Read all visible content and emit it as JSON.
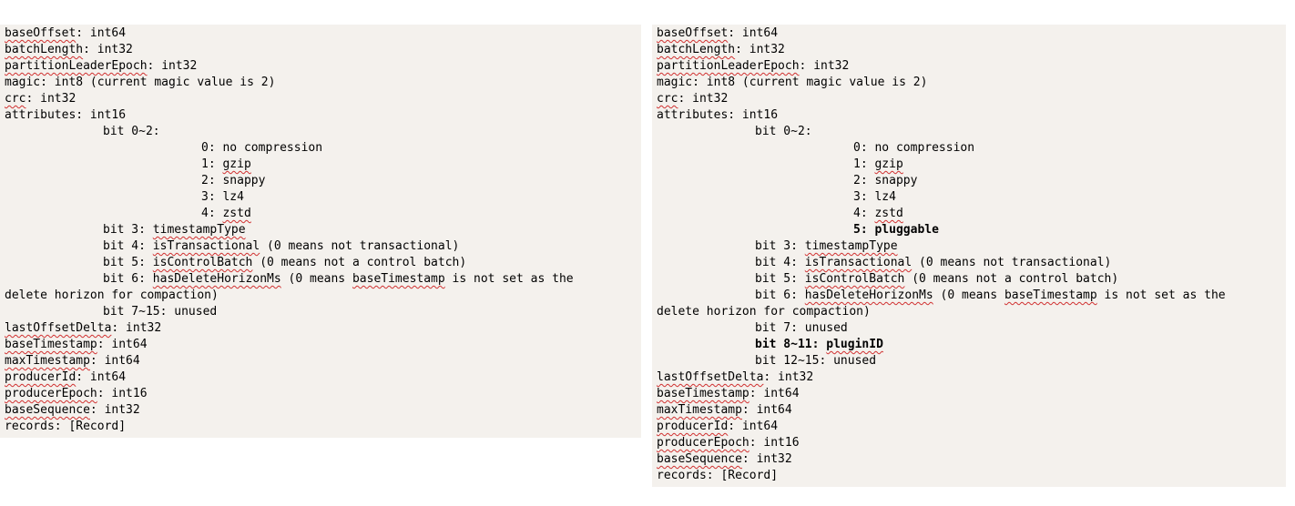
{
  "left": [
    {
      "indent": 0,
      "parts": [
        {
          "t": "baseOffset",
          "sq": true
        },
        {
          "t": ": int64"
        }
      ]
    },
    {
      "indent": 0,
      "parts": [
        {
          "t": "batchLength",
          "sq": true
        },
        {
          "t": ": int32"
        }
      ]
    },
    {
      "indent": 0,
      "parts": [
        {
          "t": "partitionLeaderEpoch",
          "sq": true
        },
        {
          "t": ": int32"
        }
      ]
    },
    {
      "indent": 0,
      "parts": [
        {
          "t": "magic: int8 (current magic value is 2)"
        }
      ]
    },
    {
      "indent": 0,
      "parts": [
        {
          "t": "crc",
          "sq": true
        },
        {
          "t": ": int32"
        }
      ]
    },
    {
      "indent": 0,
      "parts": [
        {
          "t": "attributes: int16"
        }
      ]
    },
    {
      "indent": 1,
      "parts": [
        {
          "t": "bit 0~2:"
        }
      ]
    },
    {
      "indent": 2,
      "parts": [
        {
          "t": "0: no compression"
        }
      ]
    },
    {
      "indent": 2,
      "parts": [
        {
          "t": "1: "
        },
        {
          "t": "gzip",
          "sq": true
        }
      ]
    },
    {
      "indent": 2,
      "parts": [
        {
          "t": "2: snappy"
        }
      ]
    },
    {
      "indent": 2,
      "parts": [
        {
          "t": "3: lz4"
        }
      ]
    },
    {
      "indent": 2,
      "parts": [
        {
          "t": "4: "
        },
        {
          "t": "zstd",
          "sq": true
        }
      ]
    },
    {
      "indent": 1,
      "parts": [
        {
          "t": "bit 3: "
        },
        {
          "t": "timestampType",
          "sq": true
        }
      ]
    },
    {
      "indent": 1,
      "parts": [
        {
          "t": "bit 4: "
        },
        {
          "t": "isTransactional",
          "sq": true
        },
        {
          "t": " (0 means not transactional)"
        }
      ]
    },
    {
      "indent": 1,
      "parts": [
        {
          "t": "bit 5: "
        },
        {
          "t": "isControlBatch",
          "sq": true
        },
        {
          "t": " (0 means not a control batch)"
        }
      ]
    },
    {
      "indent": 1,
      "parts": [
        {
          "t": "bit 6: "
        },
        {
          "t": "hasDeleteHorizonMs",
          "sq": true
        },
        {
          "t": " (0 means "
        },
        {
          "t": "baseTimestamp",
          "sq": true
        },
        {
          "t": " is not set as the"
        }
      ]
    },
    {
      "indent": 0,
      "parts": [
        {
          "t": "delete horizon for compaction)"
        }
      ]
    },
    {
      "indent": 1,
      "parts": [
        {
          "t": "bit 7~15: unused"
        }
      ]
    },
    {
      "indent": 0,
      "parts": [
        {
          "t": "lastOffsetDelta",
          "sq": true
        },
        {
          "t": ": int32"
        }
      ]
    },
    {
      "indent": 0,
      "parts": [
        {
          "t": "baseTimestamp",
          "sq": true
        },
        {
          "t": ": int64"
        }
      ]
    },
    {
      "indent": 0,
      "parts": [
        {
          "t": "maxTimestamp",
          "sq": true
        },
        {
          "t": ": int64"
        }
      ]
    },
    {
      "indent": 0,
      "parts": [
        {
          "t": "producerId",
          "sq": true
        },
        {
          "t": ": int64"
        }
      ]
    },
    {
      "indent": 0,
      "parts": [
        {
          "t": "producerEpoch",
          "sq": true
        },
        {
          "t": ": int16"
        }
      ]
    },
    {
      "indent": 0,
      "parts": [
        {
          "t": "baseSequence",
          "sq": true
        },
        {
          "t": ": int32"
        }
      ]
    },
    {
      "indent": 0,
      "parts": [
        {
          "t": "records: [Record]"
        }
      ]
    }
  ],
  "right": [
    {
      "indent": 0,
      "parts": [
        {
          "t": "baseOffset",
          "sq": true
        },
        {
          "t": ": int64"
        }
      ]
    },
    {
      "indent": 0,
      "parts": [
        {
          "t": "batchLength",
          "sq": true
        },
        {
          "t": ": int32"
        }
      ]
    },
    {
      "indent": 0,
      "parts": [
        {
          "t": "partitionLeaderEpoch",
          "sq": true
        },
        {
          "t": ": int32"
        }
      ]
    },
    {
      "indent": 0,
      "parts": [
        {
          "t": "magic: int8 (current magic value is 2)"
        }
      ]
    },
    {
      "indent": 0,
      "parts": [
        {
          "t": "crc",
          "sq": true
        },
        {
          "t": ": int32"
        }
      ]
    },
    {
      "indent": 0,
      "parts": [
        {
          "t": "attributes: int16"
        }
      ]
    },
    {
      "indent": 1,
      "parts": [
        {
          "t": "bit 0~2:"
        }
      ]
    },
    {
      "indent": 2,
      "parts": [
        {
          "t": "0: no compression"
        }
      ]
    },
    {
      "indent": 2,
      "parts": [
        {
          "t": "1: "
        },
        {
          "t": "gzip",
          "sq": true
        }
      ]
    },
    {
      "indent": 2,
      "parts": [
        {
          "t": "2: snappy"
        }
      ]
    },
    {
      "indent": 2,
      "parts": [
        {
          "t": "3: lz4"
        }
      ]
    },
    {
      "indent": 2,
      "parts": [
        {
          "t": "4: "
        },
        {
          "t": "zstd",
          "sq": true
        }
      ]
    },
    {
      "indent": 2,
      "parts": [
        {
          "t": "5: pluggable",
          "b": true
        }
      ]
    },
    {
      "indent": 1,
      "parts": [
        {
          "t": "bit 3: "
        },
        {
          "t": "timestampType",
          "sq": true
        }
      ]
    },
    {
      "indent": 1,
      "parts": [
        {
          "t": "bit 4: "
        },
        {
          "t": "isTransactional",
          "sq": true
        },
        {
          "t": " (0 means not transactional)"
        }
      ]
    },
    {
      "indent": 1,
      "parts": [
        {
          "t": "bit 5: "
        },
        {
          "t": "isControlBatch",
          "sq": true
        },
        {
          "t": " (0 means not a control batch)"
        }
      ]
    },
    {
      "indent": 1,
      "parts": [
        {
          "t": "bit 6: "
        },
        {
          "t": "hasDeleteHorizonMs",
          "sq": true
        },
        {
          "t": " (0 means "
        },
        {
          "t": "baseTimestamp",
          "sq": true
        },
        {
          "t": " is not set as the"
        }
      ]
    },
    {
      "indent": 0,
      "parts": [
        {
          "t": "delete horizon for compaction)"
        }
      ]
    },
    {
      "indent": 1,
      "parts": [
        {
          "t": "bit 7: unused"
        }
      ]
    },
    {
      "indent": 1,
      "parts": [
        {
          "t": "bit 8~11: ",
          "b": true
        },
        {
          "t": "pluginID",
          "b": true,
          "sq": true
        }
      ]
    },
    {
      "indent": 1,
      "parts": [
        {
          "t": "bit 12~15: unused"
        }
      ]
    },
    {
      "indent": 0,
      "parts": [
        {
          "t": "lastOffsetDelta",
          "sq": true
        },
        {
          "t": ": int32"
        }
      ]
    },
    {
      "indent": 0,
      "parts": [
        {
          "t": "baseTimestamp",
          "sq": true
        },
        {
          "t": ": int64"
        }
      ]
    },
    {
      "indent": 0,
      "parts": [
        {
          "t": "maxTimestamp",
          "sq": true
        },
        {
          "t": ": int64"
        }
      ]
    },
    {
      "indent": 0,
      "parts": [
        {
          "t": "producerId",
          "sq": true
        },
        {
          "t": ": int64"
        }
      ]
    },
    {
      "indent": 0,
      "parts": [
        {
          "t": "producerEpoch",
          "sq": true
        },
        {
          "t": ": int16"
        }
      ]
    },
    {
      "indent": 0,
      "parts": [
        {
          "t": "baseSequence",
          "sq": true
        },
        {
          "t": ": int32"
        }
      ]
    },
    {
      "indent": 0,
      "parts": [
        {
          "t": "records: [Record]"
        }
      ]
    }
  ]
}
